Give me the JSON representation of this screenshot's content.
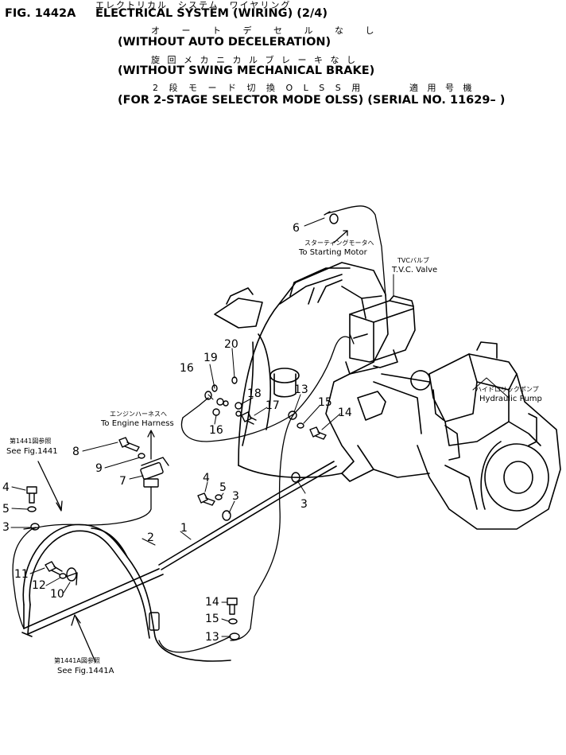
{
  "header": {
    "fig_id": "FIG. 1442A",
    "kana_1": "エレクトリカル　システム　ワイヤリング",
    "title": "ELECTRICAL SYSTEM (WIRING) (2/4)",
    "kana_2": "オ ー ト デ セ ル な し",
    "line_2": "(WITHOUT AUTO DECELERATION)",
    "kana_3": "旋 回 メ カ ニ カ ル ブ レ ー キ な し",
    "line_3": "(WITHOUT SWING MECHANICAL BRAKE)",
    "kana_4": "2 段 モ ー ド 切 換 O L S S 用",
    "kana_4b": "適 用 号 機",
    "line_4": "(FOR 2-STAGE SELECTOR MODE OLSS) (SERIAL NO. 11629– )"
  },
  "callouts": {
    "starting_motor_jp": "スターティングモータへ",
    "starting_motor": "To Starting Motor",
    "tvc_jp": "TVCバルブ",
    "tvc": "T.V.C. Valve",
    "hyd_jp": "ハイドロリックポンプ",
    "hyd": "Hydraulic Pump",
    "harness_jp": "エンジンハーネスへ",
    "harness": "To Engine Harness",
    "fig1441_jp": "第1441図参照",
    "fig1441": "See Fig.1441",
    "fig1441a_jp": "第1441A図参照",
    "fig1441a": "See Fig.1441A"
  },
  "part_numbers": {
    "p1": "1",
    "p2": "2",
    "p3a": "3",
    "p3b": "3",
    "p3c": "3",
    "p4a": "4",
    "p4b": "4",
    "p5a": "5",
    "p5b": "5",
    "p6": "6",
    "p7": "7",
    "p8": "8",
    "p9": "9",
    "p10": "10",
    "p11": "11",
    "p12": "12",
    "p13a": "13",
    "p13b": "13",
    "p14a": "14",
    "p14b": "14",
    "p15a": "15",
    "p15b": "15",
    "p16a": "16",
    "p16b": "16",
    "p17": "17",
    "p18": "18",
    "p19": "19",
    "p20": "20"
  }
}
